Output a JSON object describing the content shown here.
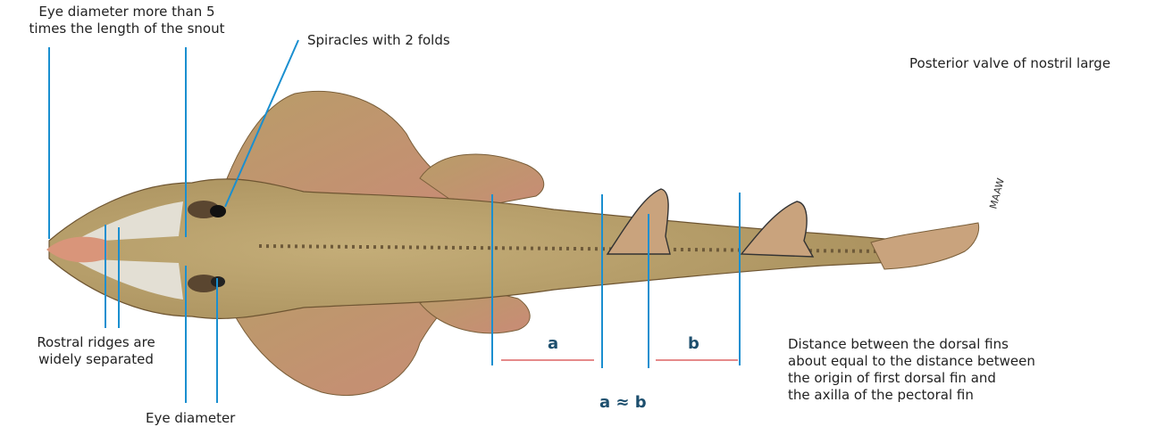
{
  "labels": {
    "eye_diameter_vs_snout": [
      "Eye diameter more than 5",
      "times the length of the snout"
    ],
    "spiracles": "Spiracles with 2 folds",
    "posterior_valve": "Posterior valve of nostril large",
    "rostral_ridges": [
      "Rostral ridges are",
      "widely separated"
    ],
    "eye_diameter": "Eye diameter",
    "dorsal_distance": [
      "Distance between the dorsal fins",
      "about equal to the distance between",
      "the origin of first dorsal fin and",
      "the axilla of the pectoral fin"
    ],
    "measure_a": "a",
    "measure_b": "b",
    "equation": "a ≈ b",
    "signature": "MAAW"
  },
  "colors": {
    "annotation_line": "#1a8fd0",
    "measure_line": "#e58a8a",
    "measure_text": "#1d4f6e",
    "body_fill": "#b8a06a",
    "body_dark": "#8e7848",
    "fin_edge": "#c98572",
    "snout_pale": "#e3dfd4",
    "snout_tip": "#d9957a"
  }
}
